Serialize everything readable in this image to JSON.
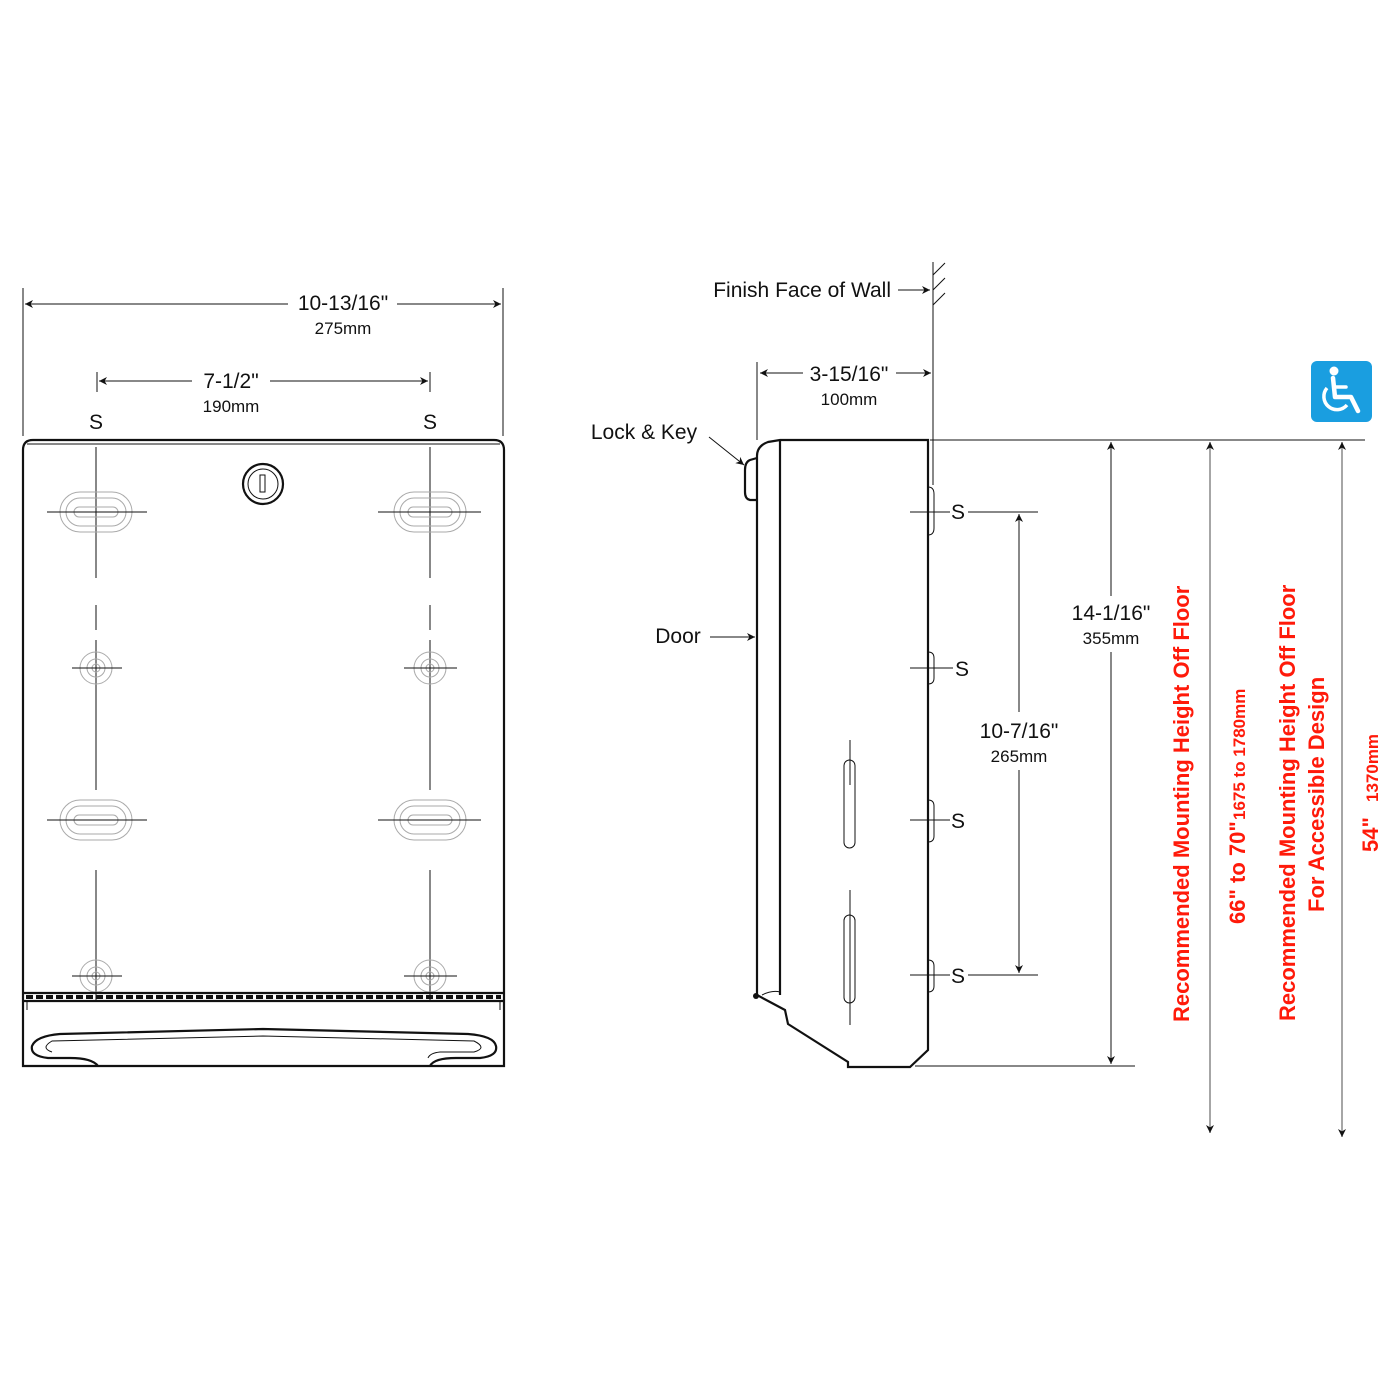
{
  "front_view": {
    "overall_width_in": "10-13/16\"",
    "overall_width_mm": "275mm",
    "screw_spacing_in": "7-1/2\"",
    "screw_spacing_mm": "190mm",
    "screw_label": "S"
  },
  "side_view": {
    "wall_label": "Finish Face of Wall",
    "depth_in": "3-15/16\"",
    "depth_mm": "100mm",
    "lock_label": "Lock & Key",
    "door_label": "Door",
    "screw_label": "S",
    "screw_spacing_in": "10-7/16\"",
    "screw_spacing_mm": "265mm",
    "height_in": "14-1/16\"",
    "height_mm": "355mm"
  },
  "mounting": {
    "standard_label": "Recommended Mounting Height Off Floor",
    "standard_value": "66\" to 70\"",
    "standard_value_mm": "1675 to 1780mm",
    "accessible_label_1": "Recommended Mounting Height Off Floor",
    "accessible_label_2": "For Accessible Design",
    "accessible_value": "54\"",
    "accessible_value_mm": "1370mm",
    "accent_color": "#ff1a0a",
    "accessibility_icon": "wheelchair-icon",
    "accessibility_icon_color": "#1a9ee0"
  }
}
